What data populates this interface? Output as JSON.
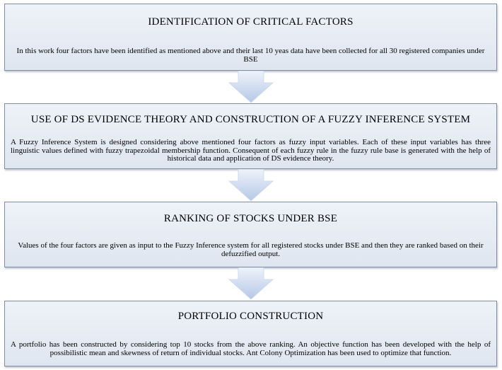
{
  "steps": [
    {
      "title": "IDENTIFICATION  OF  CRITICAL   FACTORS",
      "body": "In this work four factors have been identified as mentioned above and their last 10 yeas data have been collected for all 30 registered companies under BSE"
    },
    {
      "title": "USE  OF DS EVIDENCE  THEORY AND CONSTRUCTION  OF A FUZZY  INFERENCE SYSTEM",
      "body": "A Fuzzy Inference System is designed considering above mentioned four factors as fuzzy input variables. Each of these input variables has three linguistic  values defined with fuzzy trapezoidal membership function. Consequent of each fuzzy rule in the fuzzy rule base is generated with the help of historical data and application of DS evidence  theory."
    },
    {
      "title": "RANKING OF STOCKS UNDER  BSE",
      "body": "Values of the four factors are given  as input to the Fuzzy Inference system for all  registered  stocks under BSE  and then they are ranked based on their defuzzified output."
    },
    {
      "title": "PORTFOLIO  CONSTRUCTION",
      "body": "A portfolio has been constructed by considering  top 10 stocks from the above ranking.  An objective  function has been developed  with the help of possibilistic mean and skewness of return of individual  stocks. Ant Colony Optimization has been used to optimize that function."
    }
  ],
  "colors": {
    "box_fill_top": "#eef2f8",
    "box_fill_bottom": "#dfe6f0",
    "box_border": "#7f8fa8",
    "arrow_fill_light": "#e8eef8",
    "arrow_fill_dark": "#b8c9e6"
  }
}
